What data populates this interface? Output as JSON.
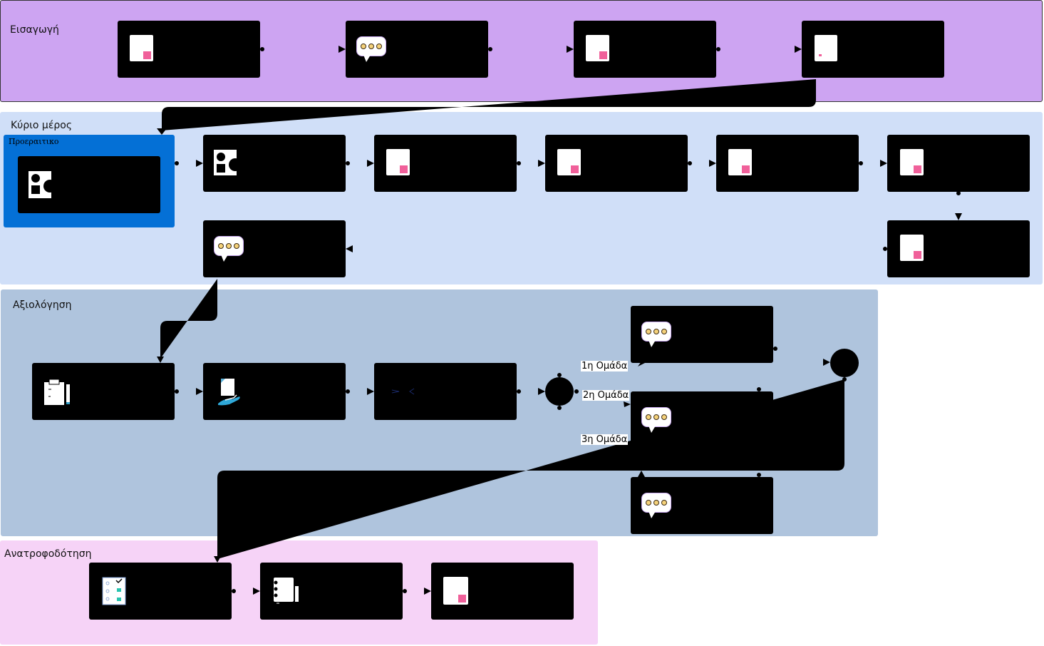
{
  "lanes": {
    "intro": {
      "title": "Εισαγωγή",
      "color": "#cda4f2"
    },
    "main": {
      "title": "Κύριο μέρος",
      "color": "#d0dff8"
    },
    "assessment": {
      "title": "Αξιολόγηση",
      "color": "#afc4dd"
    },
    "feedback": {
      "title": "Ανατροφοδότηση",
      "color": "#f6d3f7"
    }
  },
  "optional_group": {
    "title": "Προεραιτικο",
    "color": "#0470d6"
  },
  "gateway_labels": {
    "group1": "1η Ομάδα",
    "group2": "2η Ομάδα",
    "group3": "3η Ομάδα"
  },
  "icons": {
    "note": "note-paper-icon",
    "discussion": "speech-bubble-icon",
    "shapes": "shapes-icon",
    "clipboard": "clipboard-icon",
    "hand-document": "hand-document-icon",
    "compare": "compare-icon",
    "checklist": "checklist-icon",
    "notebook": "notebook-icon"
  },
  "colors": {
    "card": "#000000",
    "accent_pink": "#f0609a",
    "optional_blue": "#0470d6"
  }
}
